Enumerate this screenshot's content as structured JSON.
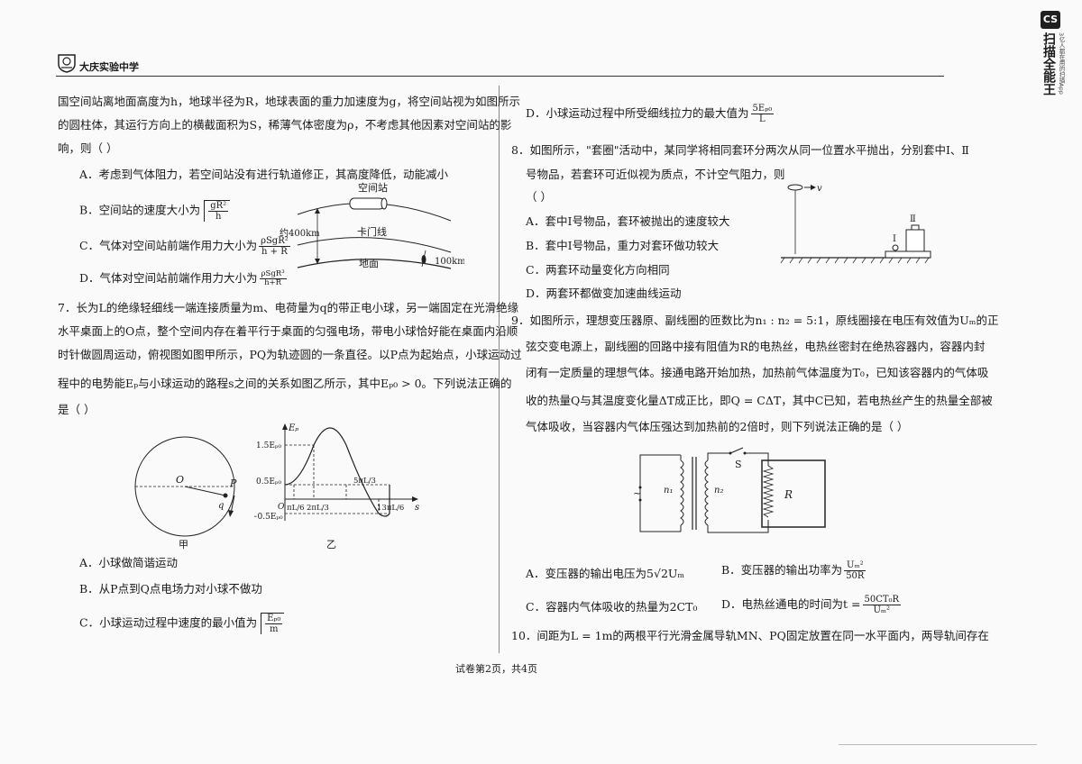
{
  "header": {
    "school": "大庆实验中学"
  },
  "brand": {
    "logo": "CS",
    "name": "扫描全能王",
    "tagline": "3亿人都在用的扫描App"
  },
  "left": {
    "q6_cont": [
      "国空间站离地面高度为h，地球半径为R，地球表面的重力加速度为g，将空间站视为如图所示",
      "的圆柱体，其运行方向上的横截面积为S，稀薄气体密度为ρ，不考虑其他因素对空间站的影",
      "响，则（     ）"
    ],
    "q6_opts": {
      "a": "A．考虑到气体阻力，若空间站没有进行轨道修正，其高度降低，动能减小",
      "b_pre": "B．空间站的速度大小为",
      "b_num": "gR²",
      "b_den": "h",
      "c_pre": "C．气体对空间站前端作用力大小为",
      "c_num": "ρSgR²",
      "c_den": "h + R",
      "d_pre": "D．气体对空间站前端作用力大小为",
      "d_num": "ρSgR³",
      "d_den": "h+R"
    },
    "fig6": {
      "station": "空间站",
      "height": "约400km",
      "karman": "卡门线",
      "ground": "地面",
      "km100": "100km"
    },
    "q7": [
      "7．长为L的绝缘轻细线一端连接质量为m、电荷量为q的带正电小球，另一端固定在光滑绝缘",
      "水平桌面上的O点，整个空间内存在着平行于桌面的匀强电场，带电小球恰好能在桌面内沿顺",
      "时针做圆周运动，俯视图如图甲所示，PQ为轨迹圆的一条直径。以P点为起始点，小球运动过",
      "程中的电势能Eₚ与小球运动的路程s之间的关系如图乙所示，其中Eₚ₀ > 0。下列说法正确的",
      "是（     ）"
    ],
    "fig7": {
      "label_a": "甲",
      "label_b": "乙",
      "O": "O",
      "P": "P",
      "q": "q",
      "ep": "Eₚ",
      "s": "s",
      "y1": "1.5Eₚ₀",
      "y2": "0.5Eₚ₀",
      "y3": "−0.5Eₚ₀",
      "x1": "πL/6",
      "x2": "2πL/3",
      "x3": "5πL/3",
      "x4": "13πL/6",
      "origin": "O"
    },
    "q7_opts": {
      "a": "A．小球做简谐运动",
      "b": "B．从P点到Q点电场力对小球不做功",
      "c_pre": "C．小球运动过程中速度的最小值为",
      "c_num": "Eₚ₀",
      "c_den": "m"
    }
  },
  "right": {
    "q7d_pre": "D．小球运动过程中所受细线拉力的最大值为",
    "q7d_num": "5Eₚ₀",
    "q7d_den": "L",
    "q8": [
      "8．如图所示，\"套圈\"活动中，某同学将相同套环分两次从同一位置水平抛出，分别套中Ⅰ、Ⅱ",
      "号物品，若套环可近似视为质点，不计空气阻力，则",
      "（     ）"
    ],
    "q8_opts": {
      "a": "A．套中Ⅰ号物品，套环被抛出的速度较大",
      "b": "B．套中Ⅰ号物品，重力对套环做功较大",
      "c": "C．两套环动量变化方向相同",
      "d": "D．两套环都做变加速曲线运动"
    },
    "fig8": {
      "v": "v",
      "one": "Ⅰ",
      "two": "Ⅱ"
    },
    "q9": [
      "9．如图所示，理想变压器原、副线圈的匝数比为n₁ : n₂ = 5:1，原线圈接在电压有效值为Uₘ的正",
      "弦交变电源上，副线圈的回路中接有阻值为R的电热丝，电热丝密封在绝热容器内，容器内封",
      "闭有一定质量的理想气体。接通电路开始加热，加热前气体温度为T₀，已知该容器内的气体吸",
      "收的热量Q与其温度变化量ΔT成正比，即Q = CΔT，其中C已知，若电热丝产生的热量全部被",
      "气体吸收，当容器内气体压强达到加热前的2倍时，则下列说法正确的是（     ）"
    ],
    "fig9": {
      "n1": "n₁",
      "n2": "n₂",
      "S": "S",
      "R": "R",
      "src": "~"
    },
    "q9_opts": {
      "a": "A．变压器的输出电压为5√2Uₘ",
      "b_pre": "B．变压器的输出功率为",
      "b_num": "Uₘ²",
      "b_den": "50R",
      "c": "C．容器内气体吸收的热量为2CT₀",
      "d_pre": "D．电热丝通电的时间为t =",
      "d_num": "50CT₀R",
      "d_den": "Uₘ²"
    },
    "q10": "10．间距为L = 1m的两根平行光滑金属导轨MN、PQ固定放置在同一水平面内，两导轨间存在"
  },
  "footer": {
    "page": "试卷第2页，共4页"
  }
}
